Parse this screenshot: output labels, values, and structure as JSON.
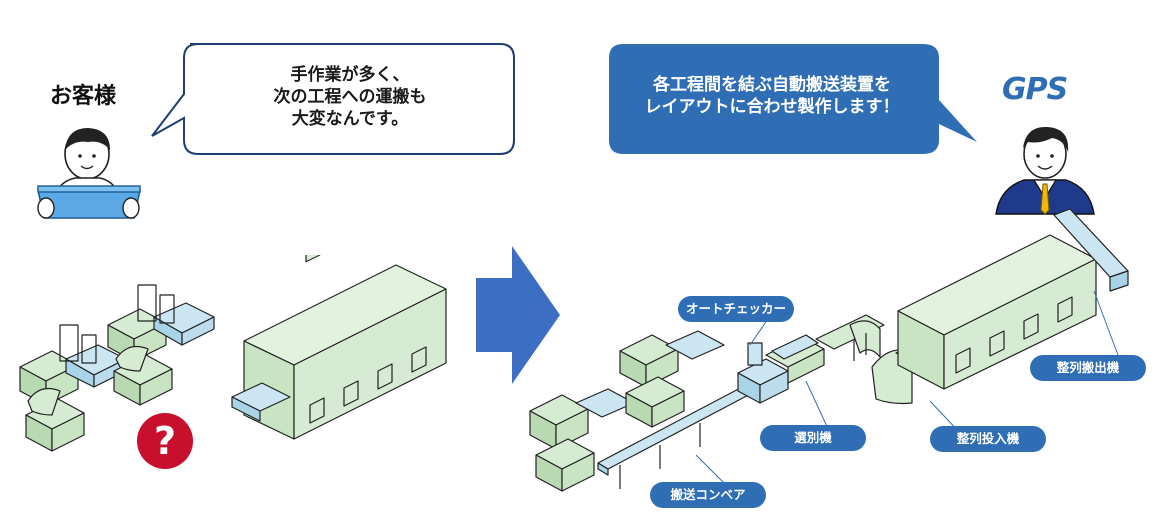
{
  "customer": {
    "label": "お客様",
    "speech_lines": [
      "手作業が多く、",
      "次の工程への運搬も",
      "大変なんです。"
    ]
  },
  "gps": {
    "logo": "GPS",
    "speech_lines": [
      "各工程間を結ぶ自動搬送装置を",
      "レイアウトに合わせ製作します！"
    ]
  },
  "question_mark": "?",
  "callouts": {
    "auto_checker": "オートチェッカー",
    "sorter": "選別機",
    "conveyor": "搬送コンベア",
    "alignment_infeed": "整列投入機",
    "alignment_outfeed": "整列搬出機"
  },
  "colors": {
    "machine_fill": "#d6ecd2",
    "conveyor_fill": "#cbe6f2",
    "accent_blue": "#2f6db5",
    "bubble_border": "#1d3f72",
    "question_red": "#c8102e"
  }
}
